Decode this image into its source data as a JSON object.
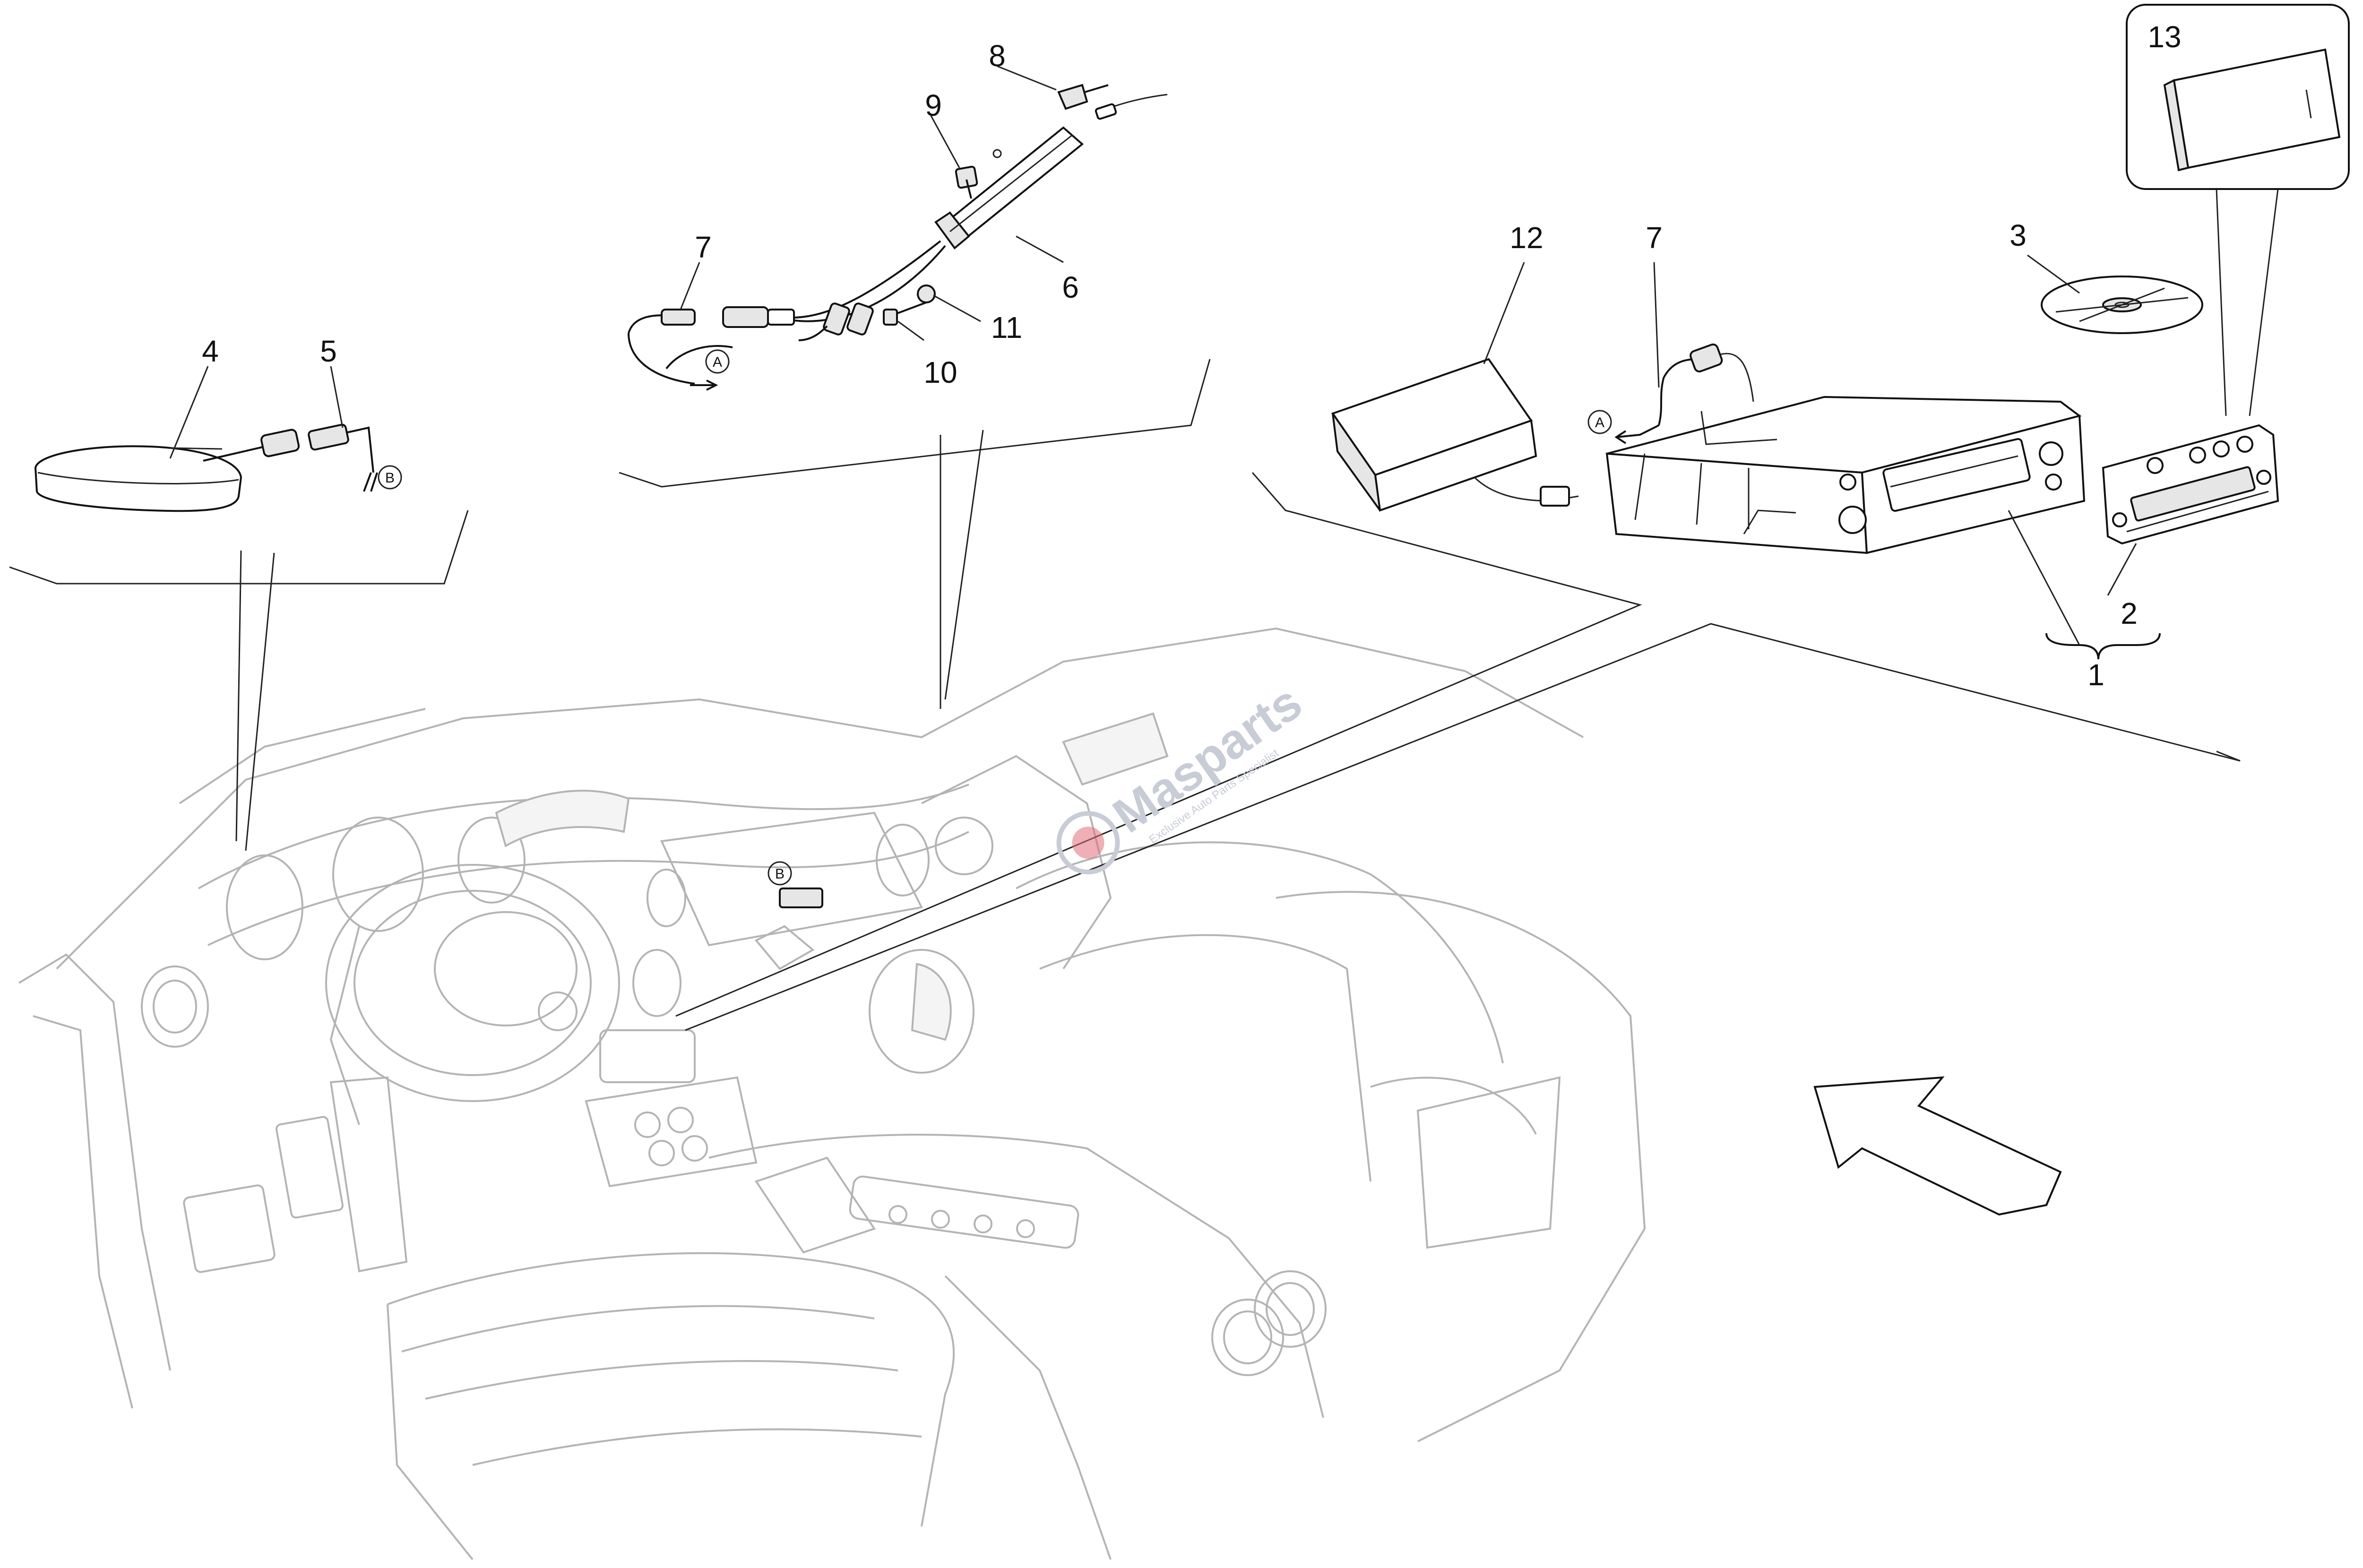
{
  "callouts": {
    "c1": "1",
    "c2": "2",
    "c3": "3",
    "c4": "4",
    "c5": "5",
    "c6": "6",
    "c7a": "7",
    "c7b": "7",
    "c8": "8",
    "c9": "9",
    "c10": "10",
    "c11": "11",
    "c12": "12",
    "c13": "13"
  },
  "connectors": {
    "a1": "A",
    "a2": "A",
    "b1": "B",
    "b2": "B"
  },
  "watermark": {
    "brand": "Masparts",
    "tagline": "Exclusive Auto Parts Specialist"
  },
  "colors": {
    "line": "#111111",
    "car_outline": "#b4b4b4",
    "watermark": "#c7ccd6",
    "watermark_logo": "#e0707a"
  }
}
